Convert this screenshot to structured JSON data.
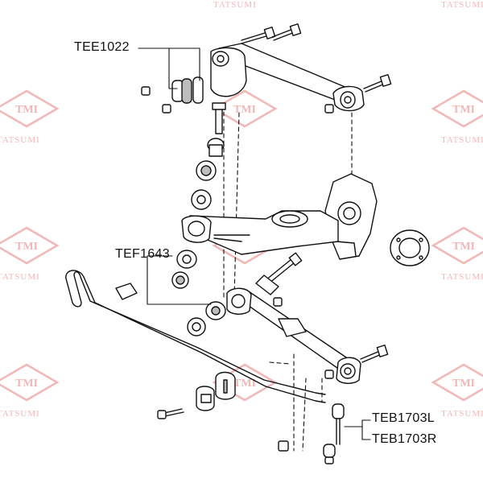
{
  "watermark": {
    "brand_logo": "TMI",
    "brand_name": "TATSUMI",
    "color": "#f2b7b7"
  },
  "labels": {
    "upper_arm_bushing": "TEE1022",
    "lower_arm_bushing": "TEF1643",
    "link_left": "TEB1703L",
    "link_right": "TEB1703R"
  },
  "colors": {
    "line": "#111111",
    "fill": "#ffffff",
    "shade": "#bdbdbd"
  }
}
